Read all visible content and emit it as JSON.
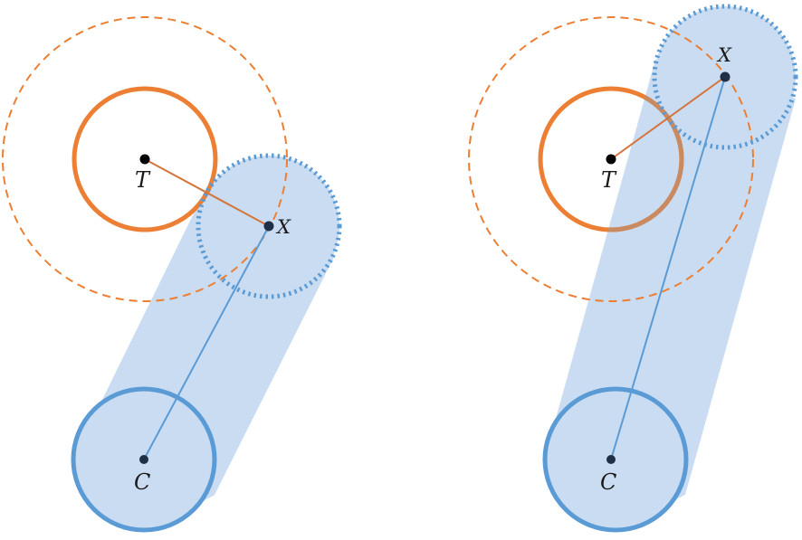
{
  "labels": {
    "target": "T",
    "cursor": "X",
    "center": "C"
  },
  "colors": {
    "background": "#ffffff",
    "orange": "#ec7f33",
    "blue": "#5b9bd5",
    "blue_fill": "#c9dcf1",
    "orange_line": "#d4743a",
    "point": "#1f2f45",
    "target_point": "#000000"
  }
}
